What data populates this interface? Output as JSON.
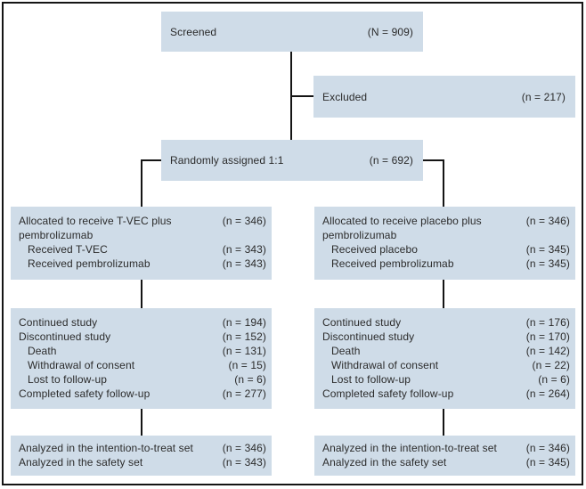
{
  "colors": {
    "box_fill": "#cfdce8",
    "line": "#141414",
    "text": "#2b2b2b",
    "background": "#ffffff"
  },
  "boxes": {
    "screened": {
      "rows": [
        {
          "label": "Screened",
          "value": "(N = 909)",
          "indent": 0
        }
      ]
    },
    "excluded": {
      "rows": [
        {
          "label": "Excluded",
          "value": "(n = 217)",
          "indent": 0
        }
      ]
    },
    "randomized": {
      "rows": [
        {
          "label": "Randomly assigned 1:1",
          "value": "(n = 692)",
          "indent": 0
        }
      ]
    },
    "alloc_left": {
      "rows": [
        {
          "label": "Allocated to receive T-VEC plus",
          "value": "(n = 346)",
          "indent": 0
        },
        {
          "label": "pembrolizumab",
          "value": "",
          "indent": 0
        },
        {
          "label": "Received T-VEC",
          "value": "(n = 343)",
          "indent": 1
        },
        {
          "label": "Received pembrolizumab",
          "value": "(n = 343)",
          "indent": 1
        }
      ]
    },
    "alloc_right": {
      "rows": [
        {
          "label": "Allocated to receive placebo plus",
          "value": "(n = 346)",
          "indent": 0
        },
        {
          "label": "pembrolizumab",
          "value": "",
          "indent": 0
        },
        {
          "label": "Received placebo",
          "value": "(n = 345)",
          "indent": 1
        },
        {
          "label": "Received pembrolizumab",
          "value": "(n = 345)",
          "indent": 1
        }
      ]
    },
    "cont_left": {
      "rows": [
        {
          "label": "Continued study",
          "value": "(n = 194)",
          "indent": 0
        },
        {
          "label": "Discontinued study",
          "value": "(n = 152)",
          "indent": 0
        },
        {
          "label": "Death",
          "value": "(n = 131)",
          "indent": 1
        },
        {
          "label": "Withdrawal of consent",
          "value": "(n = 15)",
          "indent": 1
        },
        {
          "label": "Lost to follow-up",
          "value": "(n = 6)",
          "indent": 1
        },
        {
          "label": "Completed safety follow-up",
          "value": "(n = 277)",
          "indent": 0
        }
      ]
    },
    "cont_right": {
      "rows": [
        {
          "label": "Continued study",
          "value": "(n = 176)",
          "indent": 0
        },
        {
          "label": "Discontinued study",
          "value": "(n = 170)",
          "indent": 0
        },
        {
          "label": "Death",
          "value": "(n = 142)",
          "indent": 1
        },
        {
          "label": "Withdrawal of consent",
          "value": "(n = 22)",
          "indent": 1
        },
        {
          "label": "Lost to follow-up",
          "value": "(n = 6)",
          "indent": 1
        },
        {
          "label": "Completed safety follow-up",
          "value": "(n = 264)",
          "indent": 0
        }
      ]
    },
    "analyzed_left": {
      "rows": [
        {
          "label": "Analyzed in the intention-to-treat set",
          "value": "(n = 346)",
          "indent": 0
        },
        {
          "label": "Analyzed in the safety set",
          "value": "(n = 343)",
          "indent": 0
        }
      ]
    },
    "analyzed_right": {
      "rows": [
        {
          "label": "Analyzed in the intention-to-treat set",
          "value": "(n = 346)",
          "indent": 0
        },
        {
          "label": "Analyzed in the safety set",
          "value": "(n = 345)",
          "indent": 0
        }
      ]
    }
  }
}
